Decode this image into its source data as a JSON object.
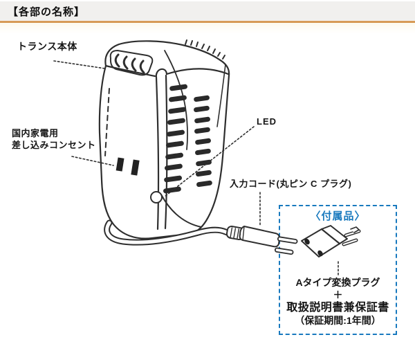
{
  "header": {
    "title": "【各部の名称】"
  },
  "labels": {
    "transformer_body": "トランス本体",
    "outlet_line1": "国内家電用",
    "outlet_line2": "差し込みコンセント",
    "led": "LED",
    "input_cord": "入力コード(丸ピン C プラグ)"
  },
  "accessories": {
    "title": "〈付属品〉",
    "item1": "Aタイプ変換プラグ",
    "plus": "＋",
    "item2": "取扱説明書兼保証書",
    "item3": "（保証期間:1年間）"
  },
  "colors": {
    "accent_orange": "#c8853a",
    "accessory_blue": "#1879be",
    "header_bg": "#f1f0ee",
    "line_art": "#2e2e2e"
  }
}
